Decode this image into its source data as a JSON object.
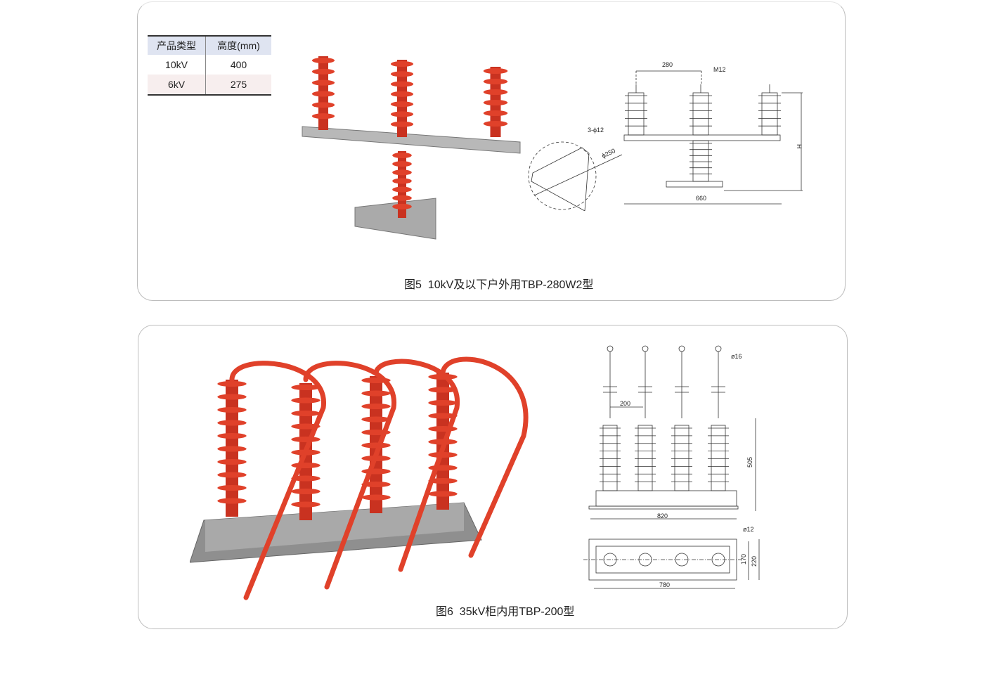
{
  "figure5": {
    "caption": "图5  10kV及以下户外用TBP-280W2型",
    "table": {
      "headers": [
        "产品类型",
        "高度(mm)"
      ],
      "rows": [
        [
          "10kV",
          "400"
        ],
        [
          "6kV",
          "275"
        ]
      ]
    },
    "dimensions": {
      "spacing": "280",
      "bolt": "M12",
      "holes": "3-ϕ12",
      "circle": "ϕ250",
      "height": "H",
      "width": "660"
    }
  },
  "figure6": {
    "caption": "图6  35kV柜内用TBP-200型",
    "dimensions": {
      "terminal": "ø16",
      "spacing": "200",
      "height": "505",
      "width": "820",
      "hole": "ø12",
      "inner": "170",
      "depth": "220",
      "base": "780"
    }
  },
  "colors": {
    "insulator": "#e0412a",
    "base": "#9a9a9a"
  }
}
